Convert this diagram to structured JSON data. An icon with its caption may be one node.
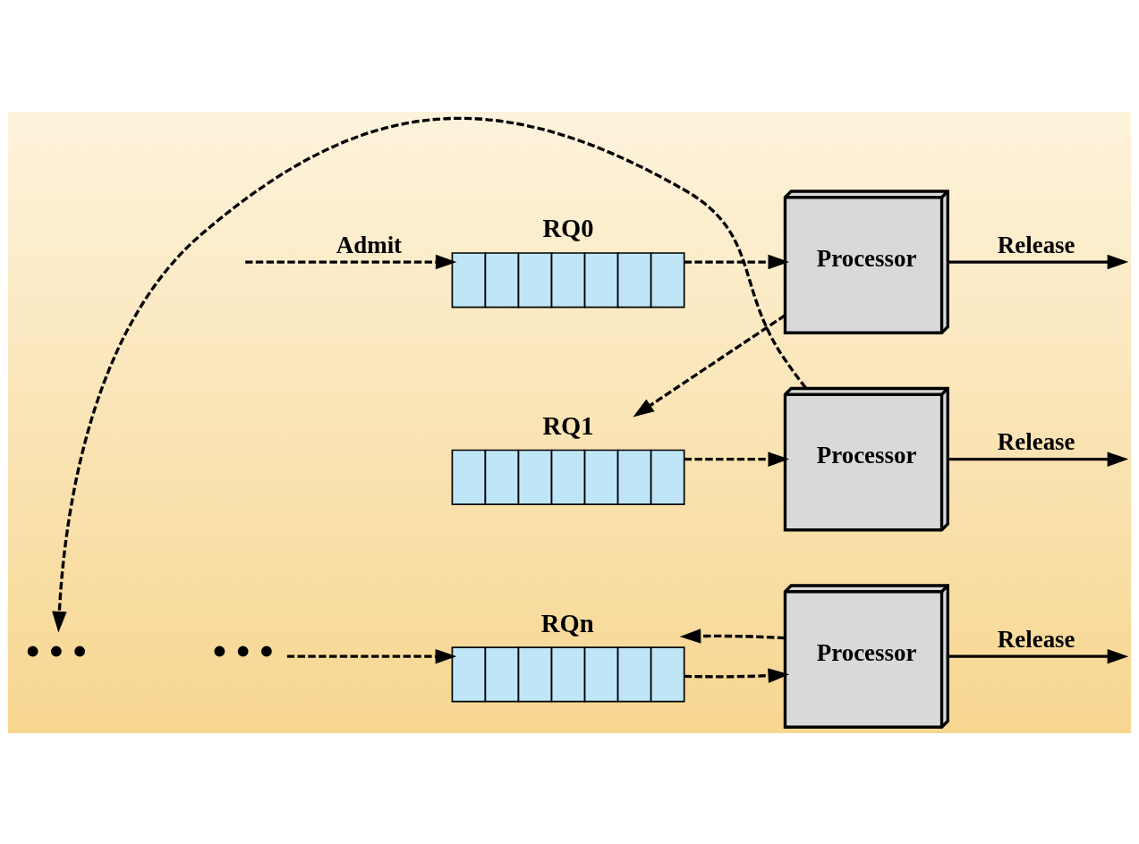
{
  "diagram": {
    "nodes": [
      {
        "text": [
          "RQ0"
        ]
      },
      {
        "text": [
          "Processor"
        ]
      },
      {
        "text": [
          "RQ1"
        ]
      },
      {
        "text": [
          "Processor"
        ]
      },
      {
        "text": [
          "• • •"
        ]
      },
      {
        "text": [
          "• • •"
        ]
      },
      {
        "text": [
          "RQn"
        ]
      },
      {
        "text": [
          "Processor"
        ]
      }
    ],
    "edges": [
      {
        "from": null,
        "to": 0,
        "arrow": "to",
        "label": "Admit",
        "style": "dashed"
      },
      {
        "from": 0,
        "to": 1,
        "arrow": "to",
        "style": "dashed"
      },
      {
        "from": 1,
        "to": null,
        "arrow": "to",
        "label": "Release"
      },
      {
        "from": 1,
        "to": 2,
        "arrow": "to",
        "style": "dashed"
      },
      {
        "from": 2,
        "to": 3,
        "arrow": "to",
        "style": "dashed"
      },
      {
        "from": 3,
        "to": null,
        "arrow": "to",
        "label": "Release"
      },
      {
        "from": 3,
        "to": 4,
        "arrow": "to",
        "style": "dashed"
      },
      {
        "from": 5,
        "to": 6,
        "arrow": "to",
        "style": "dashed"
      },
      {
        "from": 6,
        "to": 7,
        "arrow": "to",
        "style": "dashed"
      },
      {
        "from": 7,
        "to": null,
        "arrow": "to",
        "label": "Release"
      },
      {
        "from": 7,
        "to": 6,
        "arrow": "to",
        "style": "dashed"
      }
    ]
  }
}
